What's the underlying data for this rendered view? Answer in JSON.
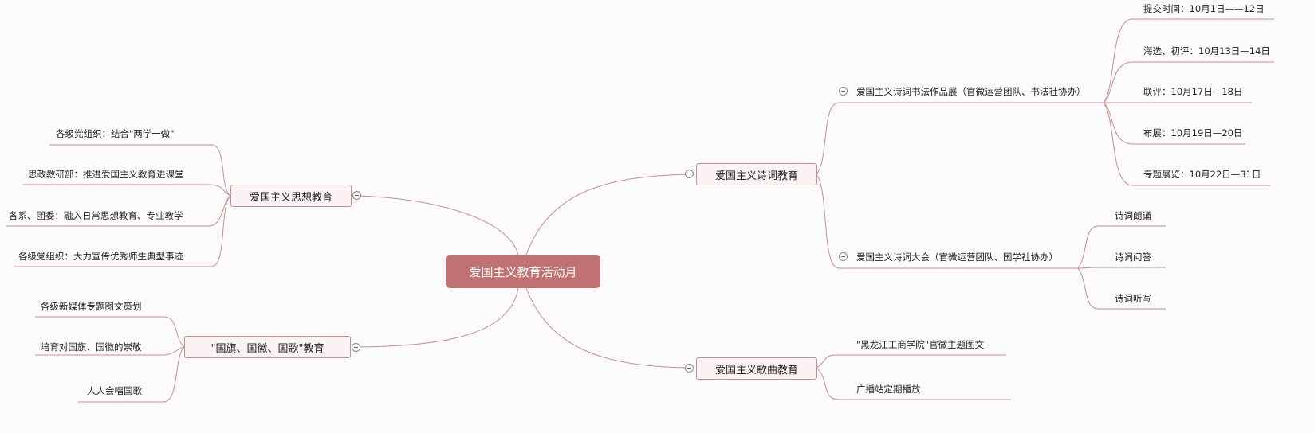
{
  "root": "爱国主义教育活动月",
  "branches": {
    "thought": {
      "title": "爱国主义思想教育",
      "items": [
        "各级党组织：结合\"两学一做\"",
        "思政教研部：推进爱国主义教育进课堂",
        "各系、团委：融入日常思想教育、专业教学",
        "各级党组织：大力宣传优秀师生典型事迹"
      ]
    },
    "flag": {
      "title": "\"国旗、国徽、国歌\"教育",
      "items": [
        "各级新媒体专题图文策划",
        "培育对国旗、国徽的崇敬",
        "人人会唱国歌"
      ]
    },
    "poetry": {
      "title": "爱国主义诗词教育",
      "sub": [
        {
          "title": "爱国主义诗词书法作品展（官微运营团队、书法社协办）",
          "items": [
            "提交时间：10月1日——12日",
            "海选、初评：10月13日—14日",
            "联评：10月17日—18日",
            "布展：10月19日—20日",
            "专题展览：10月22日—31日"
          ]
        },
        {
          "title": "爱国主义诗词大会（官微运营团队、国学社协办）",
          "items": [
            "诗词朗诵",
            "诗词问答",
            "诗词听写"
          ]
        }
      ]
    },
    "songs": {
      "title": "爱国主义歌曲教育",
      "items": [
        "\"黑龙江工商学院\"官微主题图文",
        "广播站定期播放"
      ]
    }
  },
  "colors": {
    "line": "#c98e8e",
    "root_fill": "#c07272",
    "box_fill": "#fbf3f3",
    "underline": "#c98e8e"
  }
}
